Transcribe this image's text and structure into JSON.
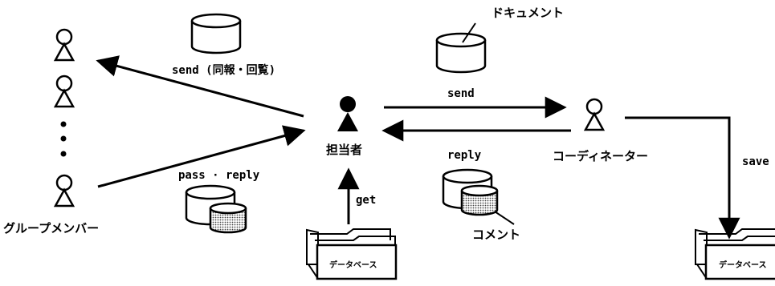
{
  "labels": {
    "group_members": "グループメンバー",
    "person_in_charge": "担当者",
    "coordinator": "コーディネーター",
    "document": "ドキュメント",
    "comment": "コメント",
    "send_broadcast": "send (同報・回覧)",
    "send": "send",
    "reply": "reply",
    "pass_reply": "pass · reply",
    "get": "get",
    "save": "save",
    "database_left": "データベース",
    "database_right": "データベース"
  }
}
